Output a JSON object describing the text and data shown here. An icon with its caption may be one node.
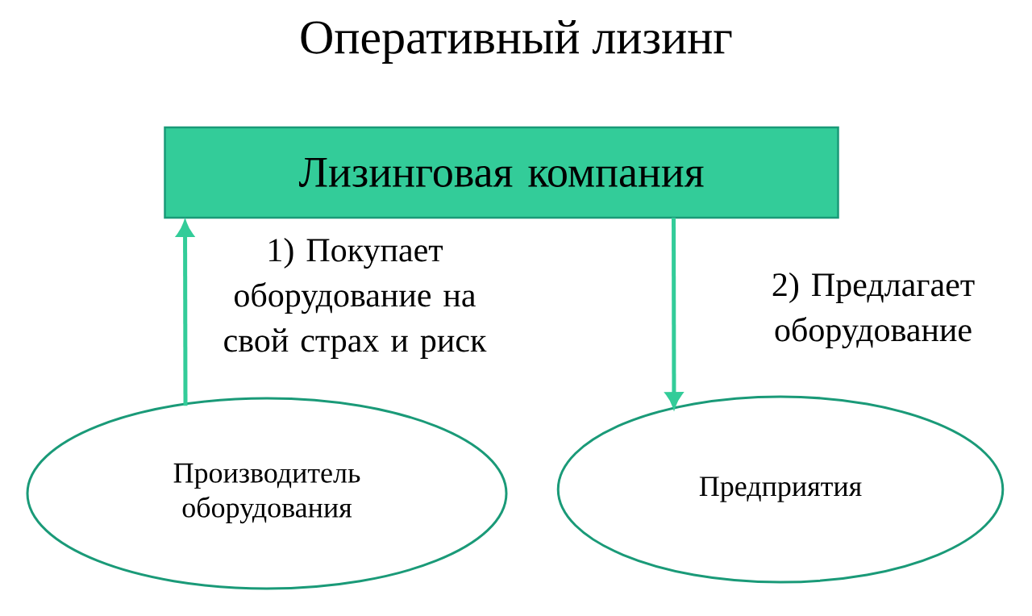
{
  "diagram": {
    "title": "Оперативный лизинг",
    "nodes": [
      {
        "text": [
          "Лизинговая компания"
        ]
      },
      {
        "text": [
          "Производитель оборудования"
        ]
      },
      {
        "text": [
          "Предприятия"
        ]
      }
    ],
    "edges": [
      {
        "from": 1,
        "to": 0,
        "arrow": "to",
        "label": "1) Покупает оборудование на свой страх и риск"
      },
      {
        "from": 0,
        "to": 2,
        "arrow": "to",
        "label": "2) Предлагает оборудование"
      }
    ]
  }
}
